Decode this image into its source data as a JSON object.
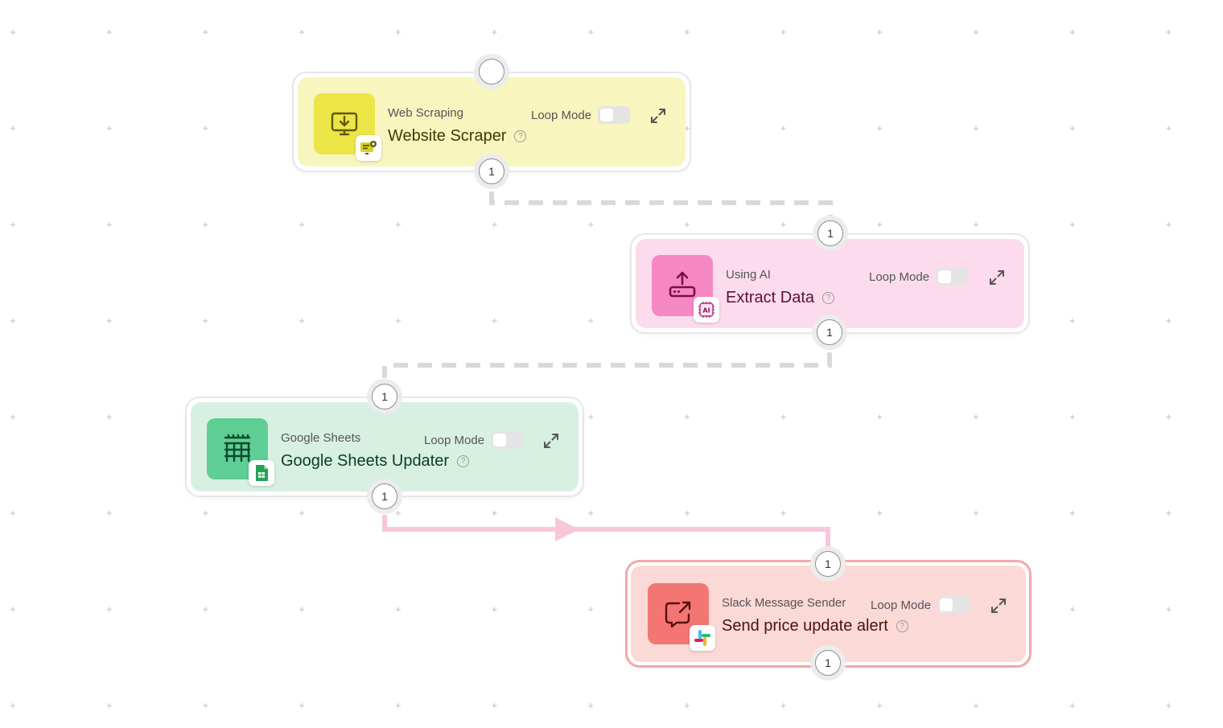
{
  "colors": {
    "canvas_dot": "#cfcfcf",
    "wire_dashed": "#d9d9d9",
    "wire_active": "#f8c6da"
  },
  "nodes": [
    {
      "category": "Web Scraping",
      "title": "Website Scraper",
      "loop_label": "Loop Mode",
      "loop_enabled": false,
      "icon": "monitor-download-icon",
      "badge_icon": "web-scraper-badge-icon",
      "bg": "#f8f5bf",
      "tile": "#ece547",
      "title_color": "#3d3a06",
      "input_port": "",
      "output_port": "1"
    },
    {
      "category": "Using AI",
      "title": "Extract Data",
      "loop_label": "Loop Mode",
      "loop_enabled": false,
      "icon": "upload-tray-icon",
      "badge_icon": "ai-chip-badge-icon",
      "badge_text": "AI",
      "bg": "#fcdcec",
      "tile": "#f588c4",
      "title_color": "#5a0f3c",
      "input_port": "1",
      "output_port": "1"
    },
    {
      "category": "Google Sheets",
      "title": "Google Sheets Updater",
      "loop_label": "Loop Mode",
      "loop_enabled": false,
      "icon": "table-grid-icon",
      "badge_icon": "google-sheets-icon",
      "bg": "#d7f0e2",
      "tile": "#5fce94",
      "title_color": "#0d3b22",
      "input_port": "1",
      "output_port": "1"
    },
    {
      "category": "Slack Message Sender",
      "title": "Send price update alert",
      "loop_label": "Loop Mode",
      "loop_enabled": false,
      "icon": "message-share-icon",
      "badge_icon": "slack-icon",
      "bg": "#fbd9d6",
      "tile": "#f37673",
      "title_color": "#4a1210",
      "input_port": "1",
      "output_port": "1"
    }
  ]
}
